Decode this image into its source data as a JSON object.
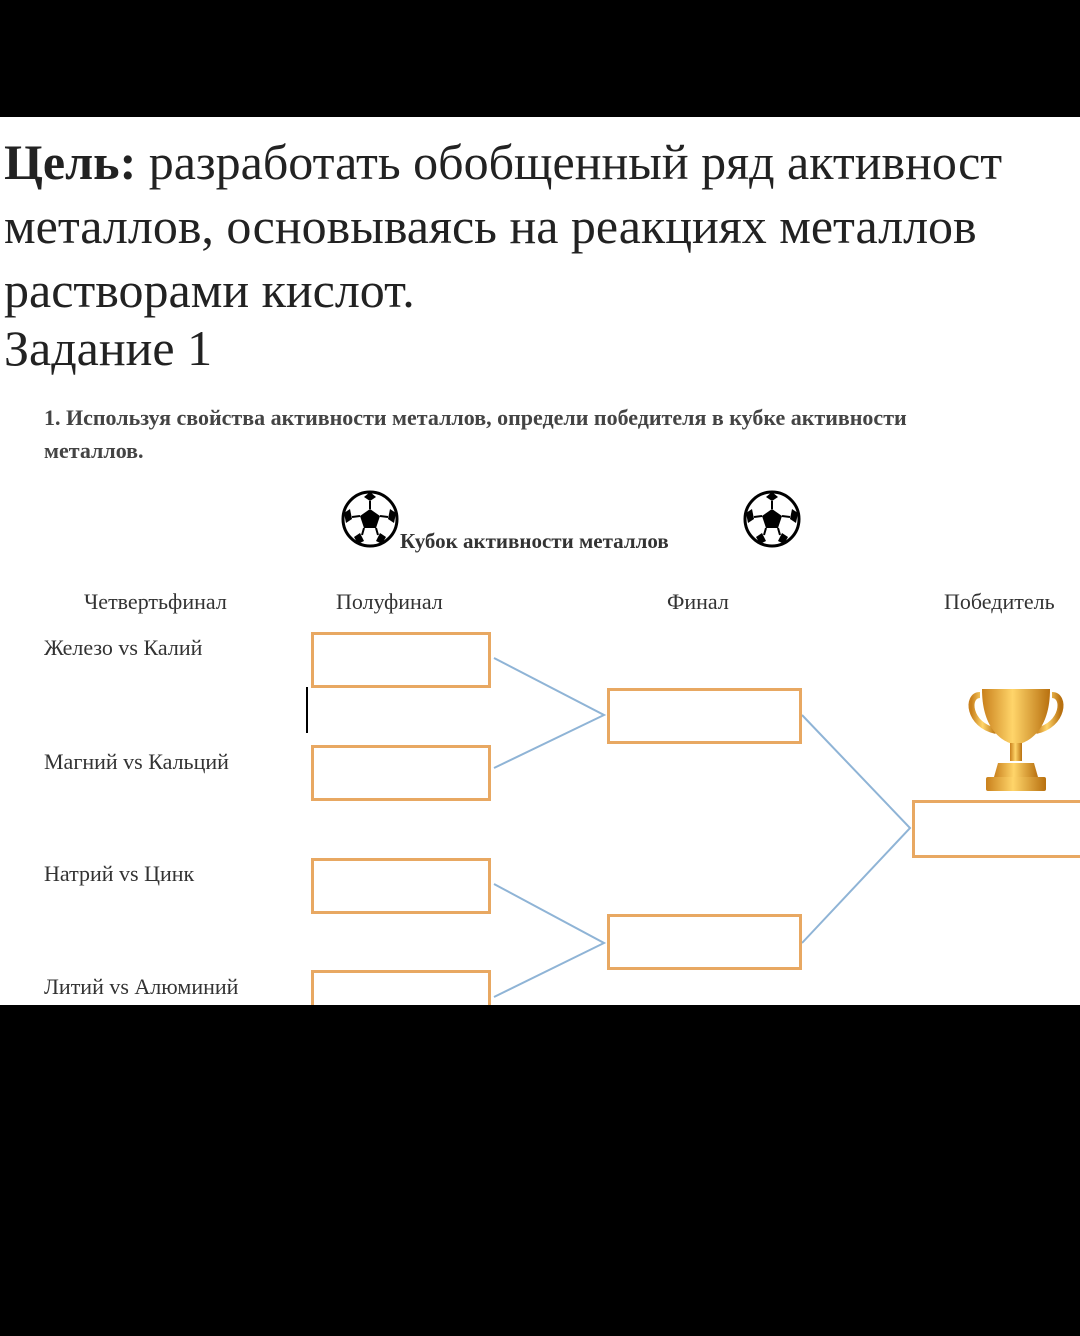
{
  "goal": {
    "label": "Цель:",
    "line1": " разработать обобщенный ряд активност",
    "line2": "металлов, основываясь на реакциях металлов",
    "line3": "растворами кислот."
  },
  "task_title": "Задание 1",
  "instruction": {
    "line1": "1. Используя свойства активности металлов, определи победителя в кубке активности",
    "line2": "металлов."
  },
  "cup_title": "Кубок активности металлов",
  "columns": {
    "quarterfinal": "Четвертьфинал",
    "semifinal": "Полуфинал",
    "final": "Финал",
    "winner": "Победитель"
  },
  "matches": [
    "Железо vs Калий",
    "Магний vs Кальций",
    "Натрий vs Цинк",
    "Литий vs Алюминий"
  ],
  "colors": {
    "slot_border": "#e8a862",
    "bracket_line": "#8fb4d6"
  },
  "icons": [
    "soccer-ball-icon",
    "soccer-ball-icon",
    "trophy-icon"
  ]
}
